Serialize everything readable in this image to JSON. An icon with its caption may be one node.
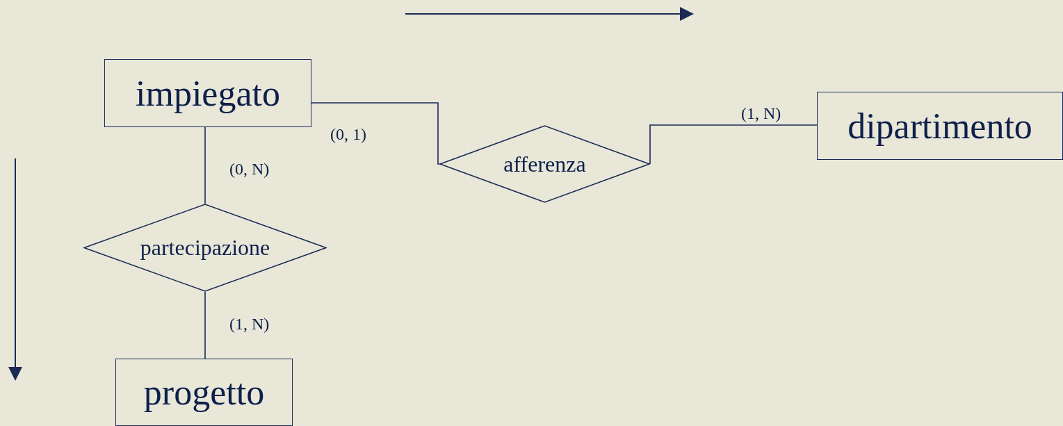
{
  "diagram": {
    "nodes": [
      {
        "text": [
          "impiegato"
        ]
      },
      {
        "text": [
          "afferenza"
        ]
      },
      {
        "text": [
          "dipartimento"
        ]
      },
      {
        "text": [
          "partecipazione"
        ]
      },
      {
        "text": [
          "progetto"
        ]
      }
    ],
    "edges": [
      {
        "from": 0,
        "to": 1,
        "arrow": "none",
        "label": "(0, 1)"
      },
      {
        "from": 1,
        "to": 2,
        "arrow": "none",
        "label": "(1, N)"
      },
      {
        "from": 0,
        "to": 3,
        "arrow": "none",
        "label": "(0, N)"
      },
      {
        "from": 3,
        "to": 4,
        "arrow": "none",
        "label": "(1, N)"
      }
    ]
  }
}
